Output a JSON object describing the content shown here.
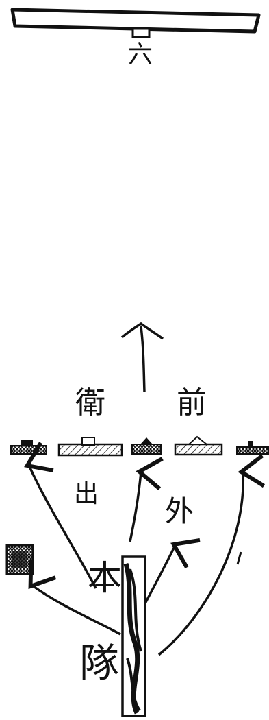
{
  "page_number": "六",
  "labels": {
    "wei": "衛",
    "qian": "前",
    "chu": "出",
    "wai": "外",
    "ben": "本",
    "dui": "隊"
  },
  "colors": {
    "ink": "#111111",
    "paper": "#ffffff"
  }
}
